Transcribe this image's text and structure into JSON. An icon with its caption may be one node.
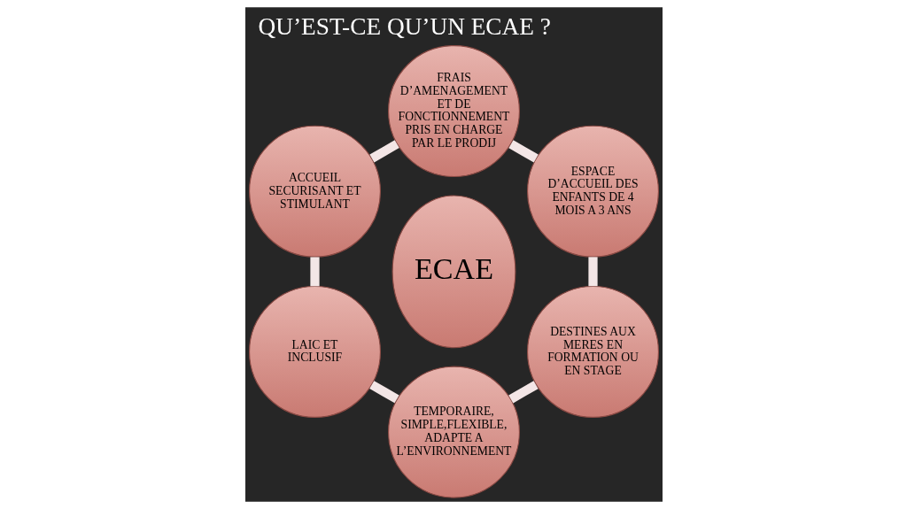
{
  "diagram": {
    "title": "QU’EST-CE QU’UN ECAE ?",
    "nodes": [
      {
        "text": [
          "ECAE"
        ]
      },
      {
        "text": [
          "ESPACE D’ACCUEIL DES ENFANTS DE 4 MOIS A 3 ANS"
        ]
      },
      {
        "text": [
          "FRAIS D’AMENAGEMENT ET DE FONCTIONNEMENT PRIS EN CHARGE PAR LE PRODIJ"
        ]
      },
      {
        "text": [
          "ACCUEIL SECURISANT ET STIMULANT"
        ]
      },
      {
        "text": [
          "LAIC ET INCLUSIF"
        ]
      },
      {
        "text": [
          "TEMPORAIRE, SIMPLE,FLEXIBLE, ADAPTE A L’ENVIRONNEMENT"
        ]
      },
      {
        "text": [
          "DESTINES AUX MERES EN FORMATION OU EN STAGE"
        ]
      }
    ],
    "edges": [
      {
        "from": 1,
        "to": 2,
        "arrow": "none"
      },
      {
        "from": 2,
        "to": 3,
        "arrow": "none"
      },
      {
        "from": 3,
        "to": 4,
        "arrow": "none"
      },
      {
        "from": 4,
        "to": 5,
        "arrow": "none"
      },
      {
        "from": 5,
        "to": 6,
        "arrow": "none"
      },
      {
        "from": 6,
        "to": 1,
        "arrow": "none"
      }
    ]
  }
}
